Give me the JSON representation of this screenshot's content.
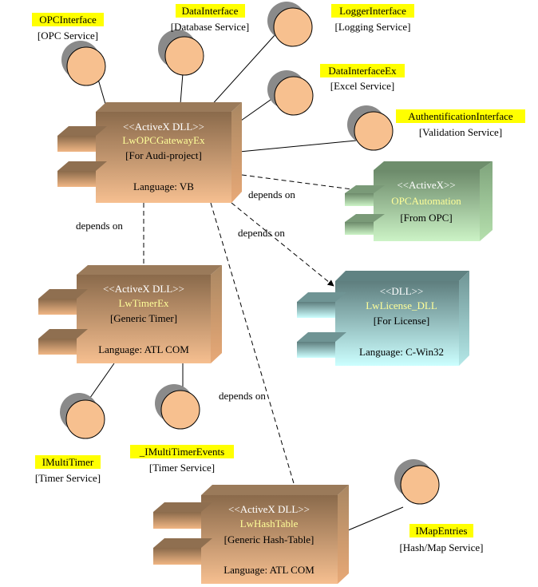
{
  "components": {
    "gateway": {
      "stereotype": "<<ActiveX DLL>>",
      "name": "LwOPCGatewayEx",
      "note": "[For Audi-project]",
      "language": "Language: VB"
    },
    "timer": {
      "stereotype": "<<ActiveX DLL>>",
      "name": "LwTimerEx",
      "note": "[Generic Timer]",
      "language": "Language: ATL COM"
    },
    "opcautomation": {
      "stereotype": "<<ActiveX>>",
      "name": "OPCAutomation",
      "note": "[From OPC]"
    },
    "license": {
      "stereotype": "<<DLL>>",
      "name": "LwLicense_DLL",
      "note": "[For License]",
      "language": "Language: C-Win32"
    },
    "hashtable": {
      "stereotype": "<<ActiveX DLL>>",
      "name": "LwHashTable",
      "note": "[Generic Hash-Table]",
      "language": "Language: ATL COM"
    }
  },
  "interfaces": {
    "opc": {
      "name": "OPCInterface",
      "service": "[OPC Service]"
    },
    "data": {
      "name": "DataInterface",
      "service": "[Database Service]"
    },
    "logger": {
      "name": "LoggerInterface",
      "service": "[Logging Service]"
    },
    "dataex": {
      "name": "DataInterfaceEx",
      "service": "[Excel Service]"
    },
    "auth": {
      "name": "AuthentificationInterface",
      "service": "[Validation Service]"
    },
    "imultitimer": {
      "name": "IMultiTimer",
      "service": "[Timer Service]"
    },
    "imultitimerevents": {
      "name": "_IMultiTimerEvents",
      "service": "[Timer Service]"
    },
    "imapentries": {
      "name": "IMapEntries",
      "service": "[Hash/Map Service]"
    }
  },
  "dependencies": {
    "gw_opc": "depends on",
    "gw_timer": "depends on",
    "gw_license": "depends on",
    "gw_hash": "depends on"
  },
  "colors": {
    "component_top": "#8b6b4c",
    "component_bottom": "#f7bf8f",
    "component_side": "#d9a06e",
    "component_roof": "#a07e5e",
    "opc_top": "#6b8a6b",
    "opc_bottom": "#c8f0c0",
    "license_top": "#5f8080",
    "license_bottom": "#c8ffff",
    "interface_fill": "#f7c08f",
    "interface_shadow": "#8a8a8a",
    "name_text": "#ffff99",
    "label_highlight": "#ffff00"
  }
}
